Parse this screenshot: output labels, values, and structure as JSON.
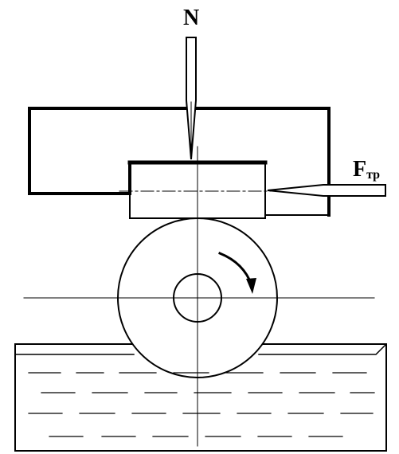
{
  "labels": {
    "normal_force": "N",
    "friction_force_main": "F",
    "friction_force_sub": "тр"
  },
  "colors": {
    "stroke": "#000000",
    "background": "#ffffff"
  }
}
